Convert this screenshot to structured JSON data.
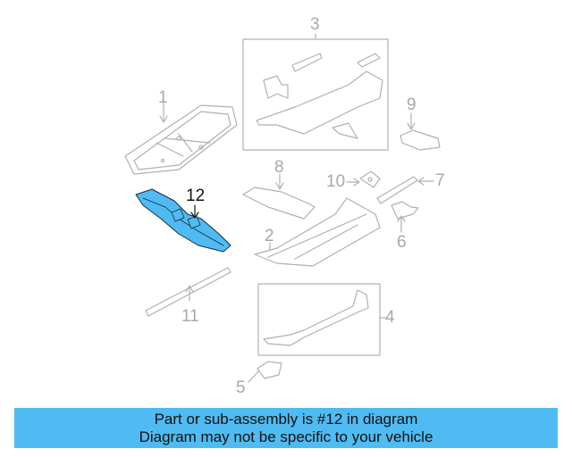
{
  "diagram": {
    "highlight_color": "#4fbbf2",
    "line_color": "#b0b0b0",
    "highlighted_part": "12",
    "callouts": [
      {
        "id": "1",
        "label": "1"
      },
      {
        "id": "2",
        "label": "2"
      },
      {
        "id": "3",
        "label": "3"
      },
      {
        "id": "4",
        "label": "4"
      },
      {
        "id": "5",
        "label": "5"
      },
      {
        "id": "6",
        "label": "6"
      },
      {
        "id": "7",
        "label": "7"
      },
      {
        "id": "8",
        "label": "8"
      },
      {
        "id": "9",
        "label": "9"
      },
      {
        "id": "10",
        "label": "10"
      },
      {
        "id": "11",
        "label": "11"
      },
      {
        "id": "12",
        "label": "12"
      }
    ]
  },
  "banner": {
    "line1": "Part or sub-assembly is #12 in diagram",
    "line2": "Diagram may not be specific to your vehicle"
  }
}
